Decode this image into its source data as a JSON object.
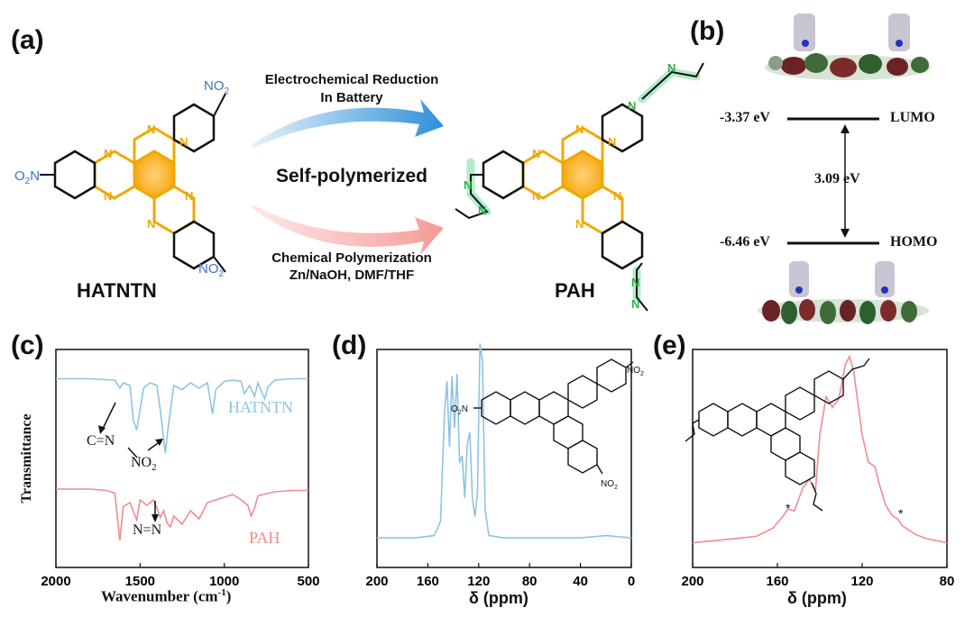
{
  "panels": {
    "a": {
      "label": "(a)",
      "reactant": "HATNTN",
      "product": "PAH",
      "no2": "NO2",
      "o2n": "O2N",
      "arrow_top_line1": "Electrochemical Reduction",
      "arrow_top_line2": "In Battery",
      "middle": "Self-polymerized",
      "arrow_bottom_line1": "Chemical Polymerization",
      "arrow_bottom_line2": "Zn/NaOH, DMF/THF",
      "ring_atom": "N"
    },
    "b": {
      "label": "(b)",
      "lumo_energy": "-3.37 eV",
      "lumo": "LUMO",
      "gap": "3.09 eV",
      "homo_energy": "-6.46 eV",
      "homo": "HOMO"
    },
    "c": {
      "label": "(c)",
      "ylabel": "Transmittance",
      "xlabel": "Wavenumber (cm",
      "xlabel_sup": "-1",
      "xlabel_end": ")",
      "ticks": [
        "2000",
        "1500",
        "1000",
        "500"
      ],
      "series_top": "HATNTN",
      "series_bottom": "PAH",
      "ann_cn": "C=N",
      "ann_no2": "NO2",
      "ann_nn": "N=N",
      "color_top": "#8ec4e2",
      "color_bottom": "#f08c8c"
    },
    "d": {
      "label": "(d)",
      "xlabel": "δ (ppm)",
      "ticks": [
        "200",
        "160",
        "120",
        "80",
        "40",
        "0"
      ],
      "no2": "NO2",
      "o2n": "O2N"
    },
    "e": {
      "label": "(e)",
      "xlabel": "δ (ppm)",
      "ticks": [
        "200",
        "160",
        "120",
        "80"
      ],
      "star": "*"
    }
  },
  "chart_data": [
    {
      "type": "line",
      "panel": "c",
      "xlabel": "Wavenumber (cm-1)",
      "ylabel": "Transmittance",
      "xlim": [
        2000,
        500
      ],
      "series": [
        {
          "name": "HATNTN",
          "x": [
            2000,
            1800,
            1650,
            1620,
            1600,
            1560,
            1540,
            1520,
            1500,
            1480,
            1440,
            1400,
            1380,
            1350,
            1335,
            1300,
            1250,
            1200,
            1150,
            1100,
            1070,
            1050,
            1000,
            950,
            900,
            880,
            850,
            820,
            800,
            760,
            740,
            700,
            600,
            500
          ],
          "y": [
            0.93,
            0.93,
            0.92,
            0.86,
            0.9,
            0.88,
            0.62,
            0.55,
            0.7,
            0.86,
            0.9,
            0.88,
            0.7,
            0.38,
            0.55,
            0.88,
            0.85,
            0.9,
            0.86,
            0.9,
            0.67,
            0.85,
            0.91,
            0.92,
            0.91,
            0.82,
            0.88,
            0.8,
            0.9,
            0.78,
            0.87,
            0.92,
            0.93,
            0.93
          ]
        },
        {
          "name": "PAH",
          "x": [
            2000,
            1800,
            1700,
            1650,
            1620,
            1600,
            1560,
            1520,
            1500,
            1460,
            1420,
            1400,
            1380,
            1360,
            1340,
            1320,
            1300,
            1250,
            1200,
            1150,
            1100,
            1050,
            1000,
            950,
            900,
            860,
            840,
            820,
            800,
            700,
            600,
            500
          ],
          "y": [
            0.58,
            0.58,
            0.57,
            0.55,
            0.2,
            0.45,
            0.48,
            0.35,
            0.5,
            0.46,
            0.5,
            0.44,
            0.37,
            0.42,
            0.33,
            0.3,
            0.38,
            0.32,
            0.42,
            0.36,
            0.48,
            0.5,
            0.52,
            0.54,
            0.5,
            0.46,
            0.38,
            0.44,
            0.53,
            0.56,
            0.57,
            0.57
          ]
        }
      ]
    },
    {
      "type": "line",
      "panel": "d",
      "xlabel": "δ (ppm)",
      "xlim": [
        200,
        0
      ],
      "series": [
        {
          "x": [
            200,
            170,
            155,
            150,
            147,
            145,
            143,
            141,
            139,
            137,
            135,
            133,
            131,
            129,
            127,
            125,
            123,
            121,
            119,
            117,
            115,
            112,
            100,
            80,
            60,
            40,
            20,
            0
          ],
          "y": [
            0.03,
            0.03,
            0.04,
            0.1,
            0.55,
            0.7,
            0.42,
            0.72,
            0.5,
            0.73,
            0.35,
            0.38,
            0.2,
            0.43,
            0.48,
            0.2,
            0.12,
            0.22,
            0.86,
            0.78,
            0.15,
            0.04,
            0.03,
            0.03,
            0.03,
            0.03,
            0.04,
            0.03
          ]
        }
      ]
    },
    {
      "type": "line",
      "panel": "e",
      "xlabel": "δ (ppm)",
      "xlim": [
        200,
        80
      ],
      "series": [
        {
          "x": [
            200,
            190,
            180,
            170,
            162,
            157,
            155,
            152,
            148,
            145,
            142,
            140,
            137,
            134,
            131,
            128,
            126,
            124,
            122,
            120,
            117,
            114,
            112,
            109,
            106,
            103,
            101,
            98,
            95,
            90,
            85,
            80
          ],
          "y": [
            0.04,
            0.05,
            0.06,
            0.07,
            0.11,
            0.17,
            0.2,
            0.19,
            0.3,
            0.34,
            0.29,
            0.55,
            0.73,
            0.68,
            0.72,
            0.88,
            0.92,
            0.85,
            0.7,
            0.55,
            0.42,
            0.4,
            0.32,
            0.22,
            0.17,
            0.15,
            0.12,
            0.1,
            0.08,
            0.06,
            0.05,
            0.04
          ]
        }
      ]
    }
  ]
}
